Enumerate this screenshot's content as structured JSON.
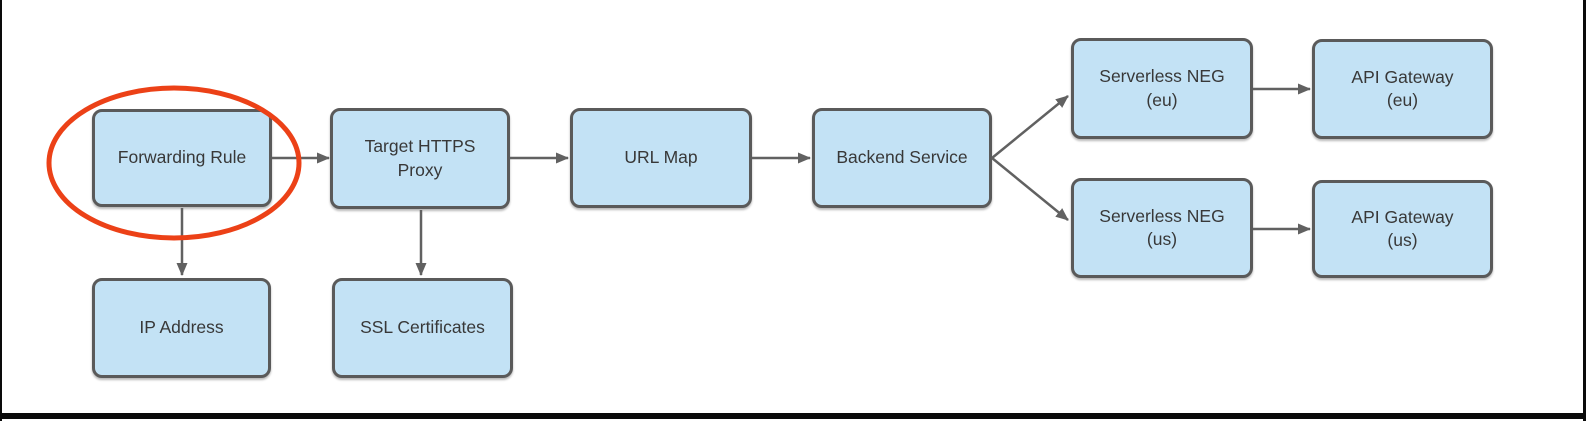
{
  "diagram": {
    "description_visible": false,
    "nodes": [
      {
        "id": "forwarding-rule",
        "label": "Forwarding Rule"
      },
      {
        "id": "target-https-proxy",
        "label": "Target HTTPS\nProxy"
      },
      {
        "id": "url-map",
        "label": "URL Map"
      },
      {
        "id": "backend-service",
        "label": "Backend Service"
      },
      {
        "id": "serverless-neg-eu",
        "label": "Serverless NEG\n(eu)"
      },
      {
        "id": "api-gateway-eu",
        "label": "API Gateway\n(eu)"
      },
      {
        "id": "serverless-neg-us",
        "label": "Serverless NEG\n(us)"
      },
      {
        "id": "api-gateway-us",
        "label": "API Gateway\n(us)"
      },
      {
        "id": "ip-address",
        "label": "IP Address"
      },
      {
        "id": "ssl-certificates",
        "label": "SSL Certificates"
      }
    ],
    "edges": [
      {
        "from": "forwarding-rule",
        "to": "target-https-proxy"
      },
      {
        "from": "target-https-proxy",
        "to": "url-map"
      },
      {
        "from": "url-map",
        "to": "backend-service"
      },
      {
        "from": "backend-service",
        "to": "serverless-neg-eu"
      },
      {
        "from": "backend-service",
        "to": "serverless-neg-us"
      },
      {
        "from": "serverless-neg-eu",
        "to": "api-gateway-eu"
      },
      {
        "from": "serverless-neg-us",
        "to": "api-gateway-us"
      },
      {
        "from": "forwarding-rule",
        "to": "ip-address"
      },
      {
        "from": "target-https-proxy",
        "to": "ssl-certificates"
      }
    ],
    "annotation": {
      "shape": "ellipse",
      "target": "forwarding-rule",
      "color": "#ec4117"
    }
  },
  "colors": {
    "fill": "#c3e2f5",
    "border": "#5a5a5a",
    "text": "#383838",
    "arrow": "#616161",
    "highlight": "#ec4117",
    "frame": "#0a0a0a"
  }
}
